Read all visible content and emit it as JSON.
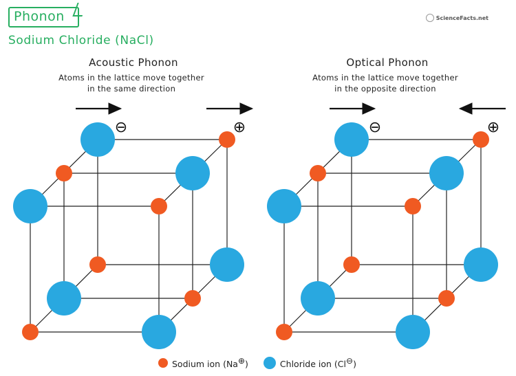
{
  "header": {
    "brand_title": "Phonon",
    "subtitle": "Sodium Chloride (NaCl)",
    "logo_text": "ScienceFacts.net"
  },
  "panels": [
    {
      "title": "Acoustic Phonon",
      "desc_line1": "Atoms in the lattice move together",
      "desc_line2": "in the same direction",
      "arrows": [
        "right",
        "right"
      ]
    },
    {
      "title": "Optical Phonon",
      "desc_line1": "Atoms in the lattice move together",
      "desc_line2": "in the opposite direction",
      "arrows": [
        "right",
        "left"
      ]
    }
  ],
  "charges": {
    "negative": "⊖",
    "positive": "⊕"
  },
  "legend": {
    "sodium": "Sodium ion (Na",
    "sodium_sup": "⊕",
    "sodium_close": ")",
    "chloride": "Chloride ion (Cl",
    "chloride_sup": "⊖",
    "chloride_close": ")"
  },
  "colors": {
    "sodium": "#f05a22",
    "chloride": "#29a8e0",
    "brand": "#27ae60",
    "line": "#222222"
  }
}
